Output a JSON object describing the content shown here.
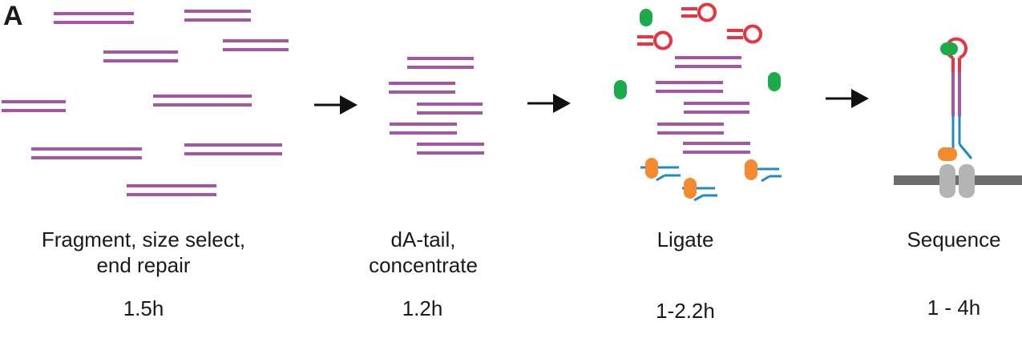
{
  "panel_letter": "A",
  "colors": {
    "dna": "#a455a6",
    "hairpin": "#e8343f",
    "green_protein": "#1cab4a",
    "orange_protein": "#f58a30",
    "adapter": "#1e8bc3",
    "membrane": "#6d6d6d",
    "pore": "#b4b4b4",
    "arrow": "#111111"
  },
  "steps": [
    {
      "label": "Fragment, size select,\nend repair",
      "time": "1.5h"
    },
    {
      "label": "dA-tail,\nconcentrate",
      "time": "1.2h"
    },
    {
      "label": "Ligate",
      "time": "1-2.2h"
    },
    {
      "label": "Sequence",
      "time": "1 - 4h"
    }
  ]
}
